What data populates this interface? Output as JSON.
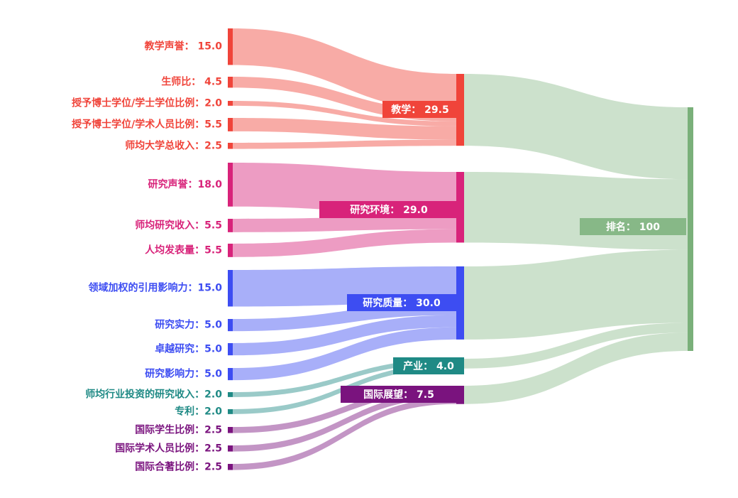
{
  "chart_data": {
    "type": "sankey",
    "title": "",
    "colors": {
      "teaching": "#f0443a",
      "research_env": "#d8237a",
      "research_quality": "#3d4df2",
      "industry": "#1f8a85",
      "international": "#7a137e",
      "rank": "#7ab07a"
    },
    "nodes": [
      {
        "id": "teach_rep",
        "name": "教学声誉",
        "value": 15.0,
        "label": "教学声誉： 15.0",
        "group": "teaching",
        "col": 0
      },
      {
        "id": "stu_staff",
        "name": "生师比",
        "value": 4.5,
        "label": "生师比： 4.5",
        "group": "teaching",
        "col": 0
      },
      {
        "id": "doc_bach",
        "name": "授予博士学位/学士学位比例",
        "value": 2.0,
        "label": "授予博士学位/学士学位比例：2.0",
        "group": "teaching",
        "col": 0
      },
      {
        "id": "doc_staff",
        "name": "授予博士学位/学术人员比例",
        "value": 5.5,
        "label": "授予博士学位/学术人员比例：5.5",
        "group": "teaching",
        "col": 0
      },
      {
        "id": "inst_income",
        "name": "师均大学总收入",
        "value": 2.5,
        "label": "师均大学总收入：2.5",
        "group": "teaching",
        "col": 0
      },
      {
        "id": "res_rep",
        "name": "研究声誉",
        "value": 18.0,
        "label": "研究声誉：18.0",
        "group": "research_env",
        "col": 0
      },
      {
        "id": "res_income",
        "name": "师均研究收入",
        "value": 5.5,
        "label": "师均研究收入：5.5",
        "group": "research_env",
        "col": 0
      },
      {
        "id": "res_prod",
        "name": "人均发表量",
        "value": 5.5,
        "label": "人均发表量：5.5",
        "group": "research_env",
        "col": 0
      },
      {
        "id": "citation",
        "name": "领域加权的引用影响力",
        "value": 15.0,
        "label": "领域加权的引用影响力：15.0",
        "group": "research_quality",
        "col": 0
      },
      {
        "id": "res_strength",
        "name": "研究实力",
        "value": 5.0,
        "label": "研究实力：5.0",
        "group": "research_quality",
        "col": 0
      },
      {
        "id": "res_excellence",
        "name": "卓越研究",
        "value": 5.0,
        "label": "卓越研究：5.0",
        "group": "research_quality",
        "col": 0
      },
      {
        "id": "res_influence",
        "name": "研究影响力",
        "value": 5.0,
        "label": "研究影响力：5.0",
        "group": "research_quality",
        "col": 0
      },
      {
        "id": "ind_income",
        "name": "师均行业投资的研究收入",
        "value": 2.0,
        "label": "师均行业投资的研究收入：2.0",
        "group": "industry",
        "col": 0
      },
      {
        "id": "patents",
        "name": "专利",
        "value": 2.0,
        "label": "专利：2.0",
        "group": "industry",
        "col": 0
      },
      {
        "id": "intl_students",
        "name": "国际学生比例",
        "value": 2.5,
        "label": "国际学生比例：2.5",
        "group": "international",
        "col": 0
      },
      {
        "id": "intl_staff",
        "name": "国际学术人员比例",
        "value": 2.5,
        "label": "国际学术人员比例：2.5",
        "group": "international",
        "col": 0
      },
      {
        "id": "intl_coauthor",
        "name": "国际合著比例",
        "value": 2.5,
        "label": "国际合著比例：2.5",
        "group": "international",
        "col": 0
      },
      {
        "id": "teaching",
        "name": "教学",
        "value": 29.5,
        "label": "教学： 29.5",
        "group": "teaching",
        "col": 1
      },
      {
        "id": "research_env",
        "name": "研究环境",
        "value": 29.0,
        "label": "研究环境： 29.0",
        "group": "research_env",
        "col": 1
      },
      {
        "id": "research_quality",
        "name": "研究质量",
        "value": 30.0,
        "label": "研究质量： 30.0",
        "group": "research_quality",
        "col": 1
      },
      {
        "id": "industry",
        "name": "产业",
        "value": 4.0,
        "label": "产业： 4.0",
        "group": "industry",
        "col": 1
      },
      {
        "id": "international",
        "name": "国际展望",
        "value": 7.5,
        "label": "国际展望： 7.5",
        "group": "international",
        "col": 1
      },
      {
        "id": "rank",
        "name": "排名",
        "value": 100,
        "label": "排名： 100",
        "group": "rank",
        "col": 2
      }
    ],
    "links": [
      {
        "source": "teach_rep",
        "target": "teaching",
        "value": 15.0
      },
      {
        "source": "stu_staff",
        "target": "teaching",
        "value": 4.5
      },
      {
        "source": "doc_bach",
        "target": "teaching",
        "value": 2.0
      },
      {
        "source": "doc_staff",
        "target": "teaching",
        "value": 5.5
      },
      {
        "source": "inst_income",
        "target": "teaching",
        "value": 2.5
      },
      {
        "source": "res_rep",
        "target": "research_env",
        "value": 18.0
      },
      {
        "source": "res_income",
        "target": "research_env",
        "value": 5.5
      },
      {
        "source": "res_prod",
        "target": "research_env",
        "value": 5.5
      },
      {
        "source": "citation",
        "target": "research_quality",
        "value": 15.0
      },
      {
        "source": "res_strength",
        "target": "research_quality",
        "value": 5.0
      },
      {
        "source": "res_excellence",
        "target": "research_quality",
        "value": 5.0
      },
      {
        "source": "res_influence",
        "target": "research_quality",
        "value": 5.0
      },
      {
        "source": "ind_income",
        "target": "industry",
        "value": 2.0
      },
      {
        "source": "patents",
        "target": "industry",
        "value": 2.0
      },
      {
        "source": "intl_students",
        "target": "international",
        "value": 2.5
      },
      {
        "source": "intl_staff",
        "target": "international",
        "value": 2.5
      },
      {
        "source": "intl_coauthor",
        "target": "international",
        "value": 2.5
      },
      {
        "source": "teaching",
        "target": "rank",
        "value": 29.5
      },
      {
        "source": "research_env",
        "target": "rank",
        "value": 29.0
      },
      {
        "source": "research_quality",
        "target": "rank",
        "value": 30.0
      },
      {
        "source": "industry",
        "target": "rank",
        "value": 4.0
      },
      {
        "source": "international",
        "target": "rank",
        "value": 7.5
      }
    ]
  }
}
